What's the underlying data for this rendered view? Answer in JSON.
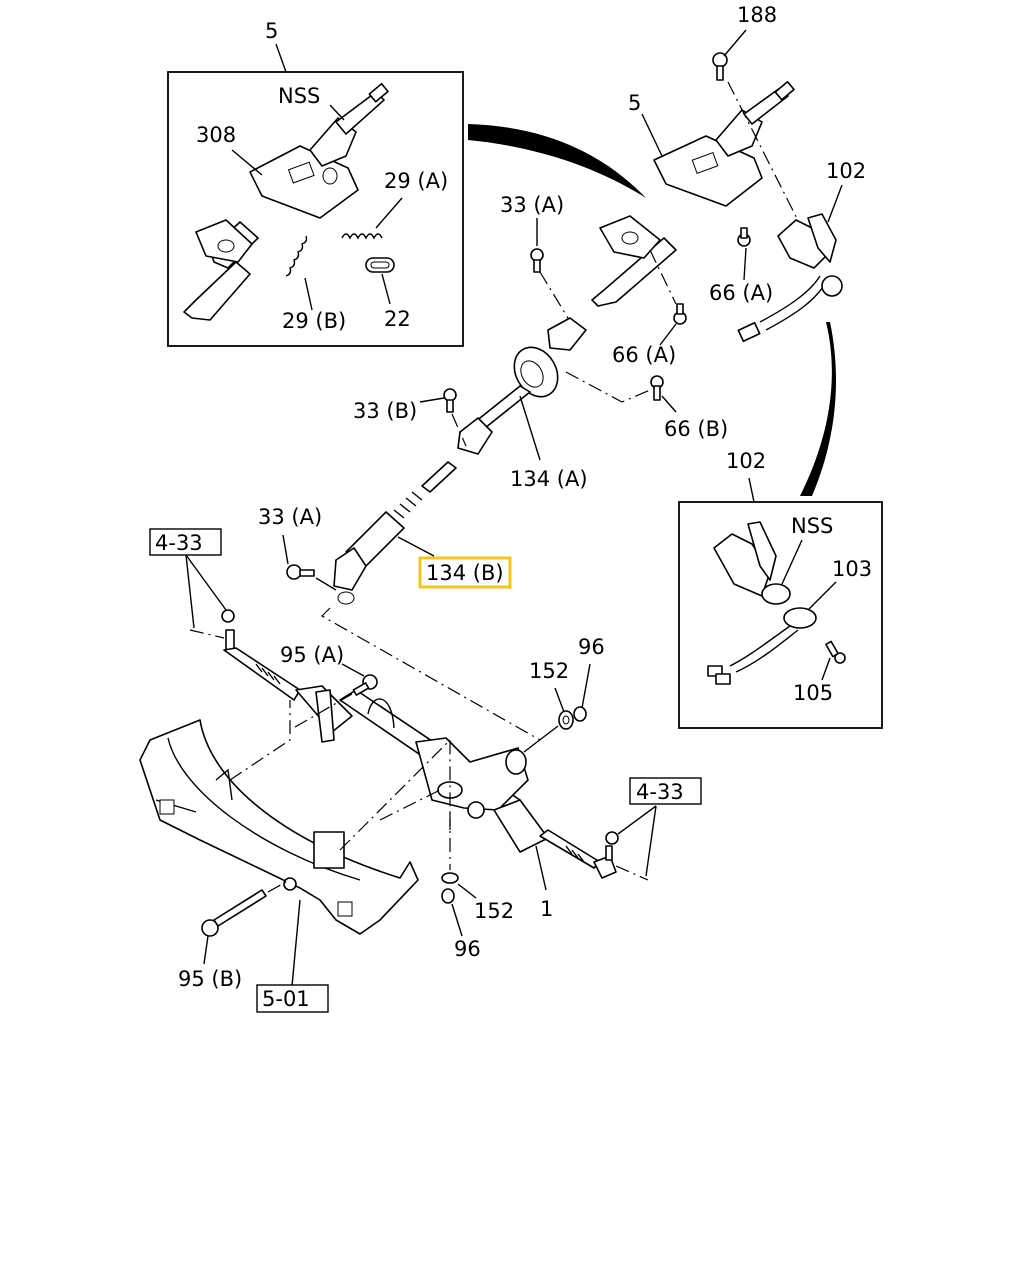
{
  "diagram": {
    "title": "Steering column and gear assembly exploded view",
    "highlight_color": "#f5c518",
    "highlighted_callout": "134 (B)",
    "callouts": {
      "inset_left_ref": "5",
      "inset_left_nss": "NSS",
      "inset_left_308": "308",
      "inset_left_29a": "29 (A)",
      "inset_left_29b": "29 (B)",
      "inset_left_22": "22",
      "column_188": "188",
      "column_5": "5",
      "column_102": "102",
      "column_66a_upper": "66 (A)",
      "column_66a_lower": "66 (A)",
      "shaft_33a_upper": "33 (A)",
      "shaft_33b": "33 (B)",
      "shaft_66b": "66 (B)",
      "shaft_134a": "134 (A)",
      "shaft_134b": "134 (B)",
      "shaft_33a_lower": "33 (A)",
      "inset_right_ref": "102",
      "inset_right_nss": "NSS",
      "inset_right_103": "103",
      "inset_right_105": "105",
      "gear_95a": "95 (A)",
      "gear_152_upper": "152",
      "gear_96_upper": "96",
      "gear_152_lower": "152",
      "gear_96_lower": "96",
      "gear_1": "1",
      "gear_95b": "95 (B)"
    },
    "reference_boxes": {
      "left_tie_rod": "4-33",
      "right_tie_rod": "4-33",
      "crossmember": "5-01"
    }
  }
}
